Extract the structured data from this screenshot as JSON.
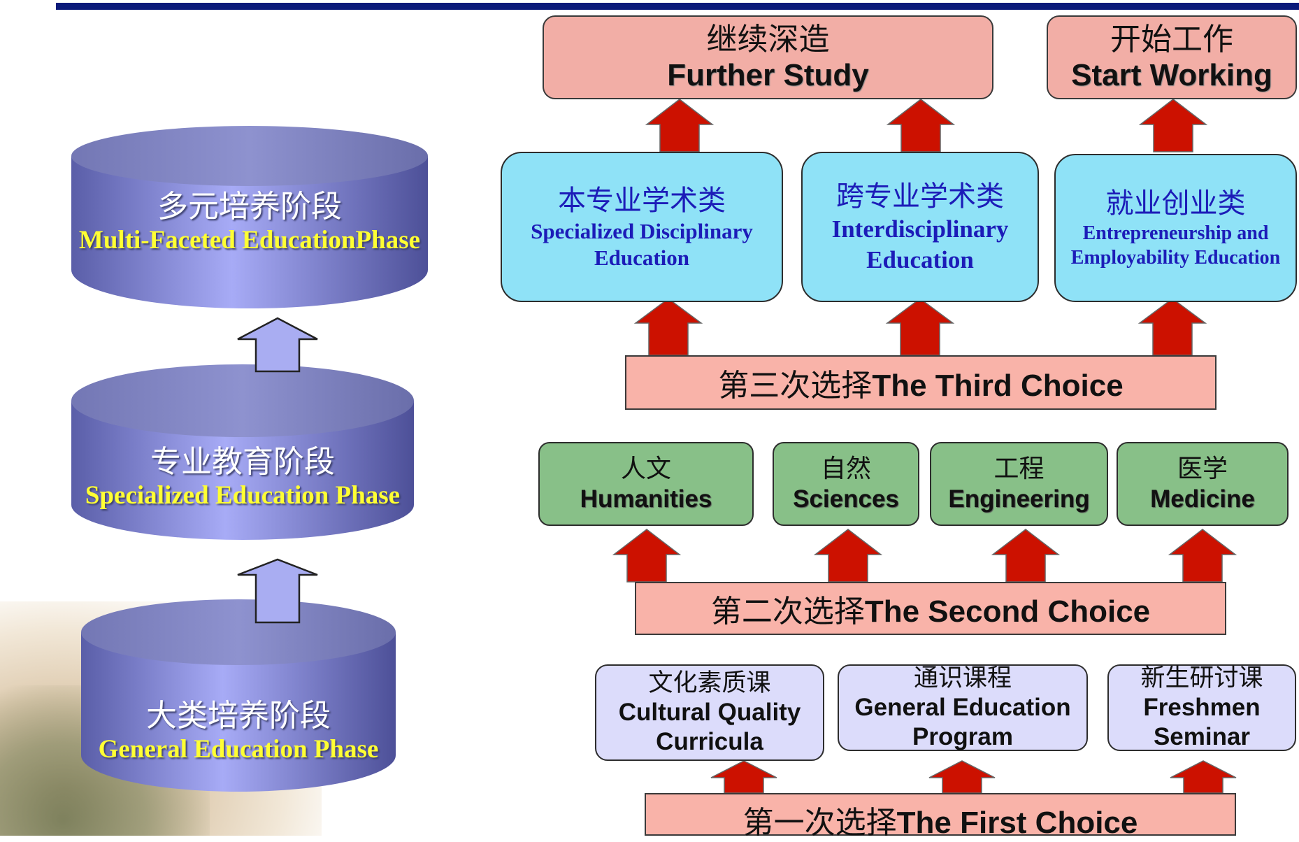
{
  "phases": [
    {
      "cn": "多元培养阶段",
      "en": "Multi-Faceted EducationPhase"
    },
    {
      "cn": "专业教育阶段",
      "en": "Specialized Education Phase"
    },
    {
      "cn": "大类培养阶段",
      "en": "General Education Phase"
    }
  ],
  "goals": [
    {
      "cn": "继续深造",
      "en": "Further Study"
    },
    {
      "cn": "开始工作",
      "en": "Start Working"
    }
  ],
  "tracks": [
    {
      "cn": "本专业学术类",
      "en1": "Specialized Disciplinary",
      "en2": "Education"
    },
    {
      "cn": "跨专业学术类",
      "en1": "Interdisciplinary",
      "en2": "Education"
    },
    {
      "cn": "就业创业类",
      "en1": "Entrepreneurship and",
      "en2": "Employability Education"
    }
  ],
  "choices": [
    {
      "cn": "第三次选择",
      "en": "The Third Choice"
    },
    {
      "cn": "第二次选择",
      "en": "The Second Choice"
    },
    {
      "cn": "第一次选择",
      "en": "The First Choice"
    }
  ],
  "fields": [
    {
      "cn": "人文",
      "en": "Humanities"
    },
    {
      "cn": "自然",
      "en": "Sciences"
    },
    {
      "cn": "工程",
      "en": "Engineering"
    },
    {
      "cn": "医学",
      "en": "Medicine"
    }
  ],
  "courses": [
    {
      "cn": "文化素质课",
      "en1": "Cultural Quality",
      "en2": "Curricula"
    },
    {
      "cn": "通识课程",
      "en1": "General Education",
      "en2": "Program"
    },
    {
      "cn": "新生研讨课",
      "en1": "Freshmen",
      "en2": "Seminar"
    }
  ],
  "colors": {
    "rule": "#0b1a7a",
    "cylinder": "#8f92e6",
    "up_arrow": "#cc1100",
    "phase_arrow": "#a9adf2",
    "goal": "#f2aea6",
    "track": "#8fe2f7",
    "choice": "#f9b3a9",
    "field": "#88c088",
    "course": "#dcdcfb"
  }
}
